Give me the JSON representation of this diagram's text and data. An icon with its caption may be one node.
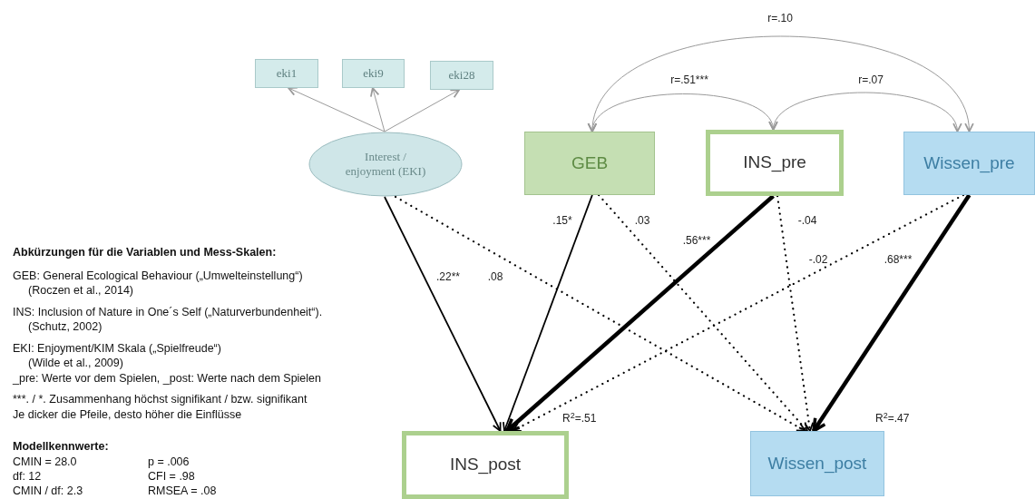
{
  "diagram": {
    "nodes": [
      {
        "text": [
          "eki1"
        ]
      },
      {
        "text": [
          "eki9"
        ]
      },
      {
        "text": [
          "eki28"
        ]
      },
      {
        "text": [
          "Interest / enjoyment (EKI)"
        ]
      },
      {
        "text": [
          "GEB"
        ]
      },
      {
        "text": [
          "INS_pre"
        ]
      },
      {
        "text": [
          "Wissen_pre"
        ]
      },
      {
        "text": [
          "INS_post"
        ],
        "beside": [
          "R$^{2}$=.51"
        ]
      },
      {
        "text": [
          "Wissen_post"
        ],
        "beside": [
          "R$^{2}$=.47"
        ]
      }
    ],
    "edges": [
      {
        "from": 3,
        "to": 0,
        "arrow": "to",
        "color": "#9a9a9a"
      },
      {
        "from": 3,
        "to": 1,
        "arrow": "to",
        "color": "#9a9a9a"
      },
      {
        "from": 3,
        "to": 2,
        "arrow": "to",
        "color": "#9a9a9a"
      },
      {
        "from": 4,
        "to": 5,
        "arrow": "both",
        "label": "r=.51***",
        "color": "#9a9a9a"
      },
      {
        "from": 5,
        "to": 6,
        "arrow": "both",
        "label": "r=.07",
        "color": "#9a9a9a"
      },
      {
        "from": 4,
        "to": 6,
        "arrow": "both",
        "label": "r=.10",
        "color": "#9a9a9a"
      },
      {
        "from": 3,
        "to": 7,
        "arrow": "to",
        "label": ".22**"
      },
      {
        "from": 3,
        "to": 8,
        "arrow": "to",
        "label": ".08",
        "style": "dashed"
      },
      {
        "from": 4,
        "to": 7,
        "arrow": "to",
        "label": ".15*"
      },
      {
        "from": 4,
        "to": 8,
        "arrow": "to",
        "label": ".03",
        "style": "dashed"
      },
      {
        "from": 5,
        "to": 7,
        "arrow": "to",
        "label": ".56***",
        "style": "thick"
      },
      {
        "from": 5,
        "to": 8,
        "arrow": "to",
        "label": "-.04",
        "style": "dashed"
      },
      {
        "from": 6,
        "to": 7,
        "arrow": "to",
        "label": "-.02",
        "style": "dashed"
      },
      {
        "from": 6,
        "to": 8,
        "arrow": "to",
        "label": ".68***",
        "style": "thick"
      }
    ],
    "labels": [
      "Abkürzungen für die Variablen und Mess-Skalen:",
      "GEB: General Ecological Behaviour („Umwelteinstellung“)",
      "(Roczen et al., 2014)",
      "INS: Inclusion of Nature in One´s Self („Naturverbundenheit“).",
      "(Schutz, 2002)",
      "EKI: Enjoyment/KIM Skala („Spielfreude“)",
      "(Wilde et al., 2009)",
      "_pre: Werte vor dem Spielen, _post: Werte nach dem Spielen",
      "***. / *. Zusammenhang höchst signifikant / bzw. signifikant",
      "Je dicker die Pfeile, desto höher die Einflüsse",
      "Modellkennwerte:",
      "CMIN = 28.0",
      "p = .006",
      "df: 12",
      "CFI = .98",
      "CMIN / df: 2.3",
      "RMSEA = .08"
    ]
  }
}
